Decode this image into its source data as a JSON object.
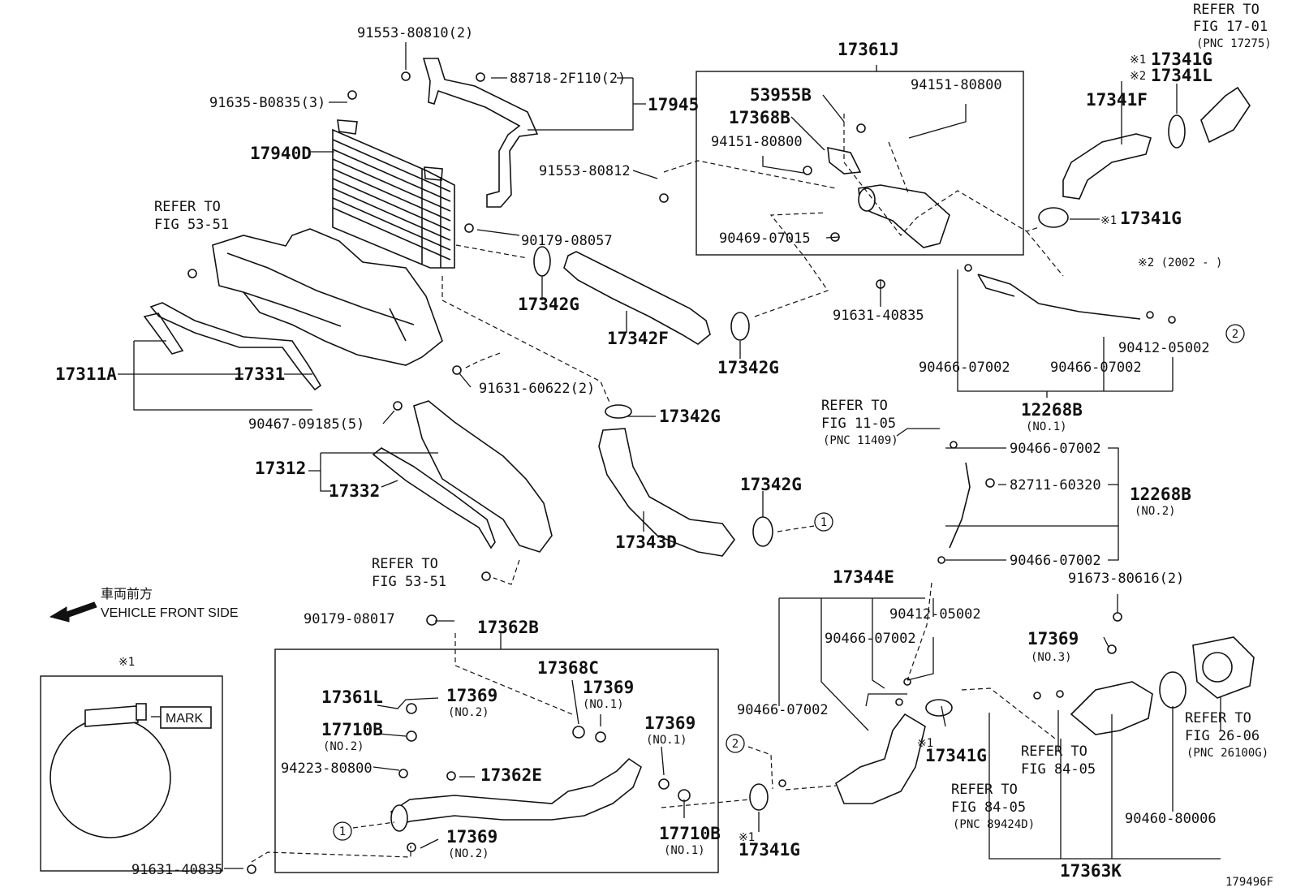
{
  "figure_id": "179496F",
  "front_note_jp": "車両前方",
  "front_note": "VEHICLE FRONT SIDE",
  "inset": {
    "mark": "※1",
    "label": "MARK"
  },
  "note2": "※2 (2002 -      )",
  "refer": {
    "r1701": {
      "l1": "REFER TO",
      "l2": "FIG 17-01",
      "l3": "(PNC 17275)"
    },
    "r5351a": {
      "l1": "REFER TO",
      "l2": "FIG 53-51"
    },
    "r5351b": {
      "l1": "REFER TO",
      "l2": "FIG 53-51"
    },
    "r1105": {
      "l1": "REFER TO",
      "l2": "FIG 11-05",
      "l3": "(PNC 11409)"
    },
    "r2606": {
      "l1": "REFER TO",
      "l2": "FIG 26-06",
      "l3": "(PNC 26100G)"
    },
    "r8405a": {
      "l1": "REFER TO",
      "l2": "FIG 84-05"
    },
    "r8405b": {
      "l1": "REFER TO",
      "l2": "FIG 84-05",
      "l3": "(PNC 89424D)"
    }
  },
  "labels": {
    "p91553_80810": "91553-80810(2)",
    "p91635_b0835": "91635-B0835(3)",
    "p88718": "88718-2F110(2)",
    "p17945": "17945",
    "p17940d": "17940D",
    "p91553_80812": "91553-80812",
    "p90179_08057": "90179-08057",
    "p17342g_a": "17342G",
    "p17342f": "17342F",
    "p17342g_b": "17342G",
    "p17342g_c": "17342G",
    "p17342g_d": "17342G",
    "p17311a": "17311A",
    "p17331": "17331",
    "p91631_60622": "91631-60622(2)",
    "p90467": "90467-09185(5)",
    "p17312": "17312",
    "p17332": "17332",
    "p17343d": "17343D",
    "p17361j": "17361J",
    "p53955b": "53955B",
    "p17368b": "17368B",
    "p94151_a": "94151-80800",
    "p94151_b": "94151-80800",
    "p90469": "90469-07015",
    "p91631_40835_a": "91631-40835",
    "p17341g_top": "17341G",
    "p17341l": "17341L",
    "p17341f": "17341F",
    "p17341g_mid": "17341G",
    "mk1_top": "※1",
    "mk2_top": "※2",
    "mk1_mid": "※1",
    "p90466_a": "90466-07002",
    "p90466_b": "90466-07002",
    "p90412_a": "90412-05002",
    "p12268b_1": "12268B",
    "p12268b_1n": "(NO.1)",
    "p90466_c": "90466-07002",
    "p82711": "82711-60320",
    "p12268b_2": "12268B",
    "p12268b_2n": "(NO.2)",
    "p90466_d": "90466-07002",
    "p17344e": "17344E",
    "p90412_b": "90412-05002",
    "p90466_e": "90466-07002",
    "p90466_f": "90466-07002",
    "p91673": "91673-80616(2)",
    "p17369_no3": "17369",
    "no3": "(NO.3)",
    "p17341g_low": "17341G",
    "mk1_low": "※1",
    "p90460": "90460-80006",
    "p17363k": "17363K",
    "p90179_08017": "90179-08017",
    "p17362b": "17362B",
    "p17368c": "17368C",
    "p17369_a": "17369",
    "no1_a": "(NO.1)",
    "p17369_b": "17369",
    "no1_b": "(NO.1)",
    "p17361l": "17361L",
    "p17369_c": "17369",
    "no2_c": "(NO.2)",
    "p17710b_a": "17710B",
    "no2_a": "(NO.2)",
    "p94223": "94223-80800",
    "p17362e": "17362E",
    "p17369_d": "17369",
    "no2_d": "(NO.2)",
    "p17710b_b": "17710B",
    "no1_c": "(NO.1)",
    "p91631_40835_b": "91631-40835",
    "p17341g_bot": "17341G",
    "mk1_bot": "※1"
  },
  "callouts": {
    "c1": "1",
    "c2": "2"
  }
}
